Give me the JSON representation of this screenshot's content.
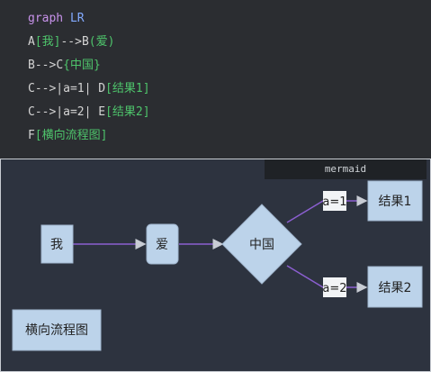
{
  "code": {
    "line1": {
      "kw": "graph",
      "dir": "LR"
    },
    "line2": {
      "a": "A",
      "a_text": "[我]",
      "arrow": "-->",
      "b": "B",
      "b_text": "(爱)"
    },
    "line3": {
      "b": "B",
      "arrow": "-->",
      "c": "C",
      "c_text": "{中国}"
    },
    "line4": {
      "c": "C",
      "arrow": "-->|a=1| ",
      "d": "D",
      "d_text": "[结果1]"
    },
    "line5": {
      "c": "C",
      "arrow": "-->|a=2| ",
      "e": "E",
      "e_text": "[结果2]"
    },
    "line6": {
      "f": "F",
      "f_text": "[横向流程图]"
    }
  },
  "preview": {
    "tag": "mermaid",
    "nodes": {
      "a": "我",
      "b": "爱",
      "c": "中国",
      "d": "结果1",
      "e": "结果2",
      "f": "横向流程图"
    },
    "edge_labels": {
      "cd": "a=1",
      "ce": "a=2"
    }
  },
  "colors": {
    "node_fill": "#bcd3ea",
    "edge": "#8b5fd0",
    "edge_label_bg": "#e8ecf0"
  }
}
